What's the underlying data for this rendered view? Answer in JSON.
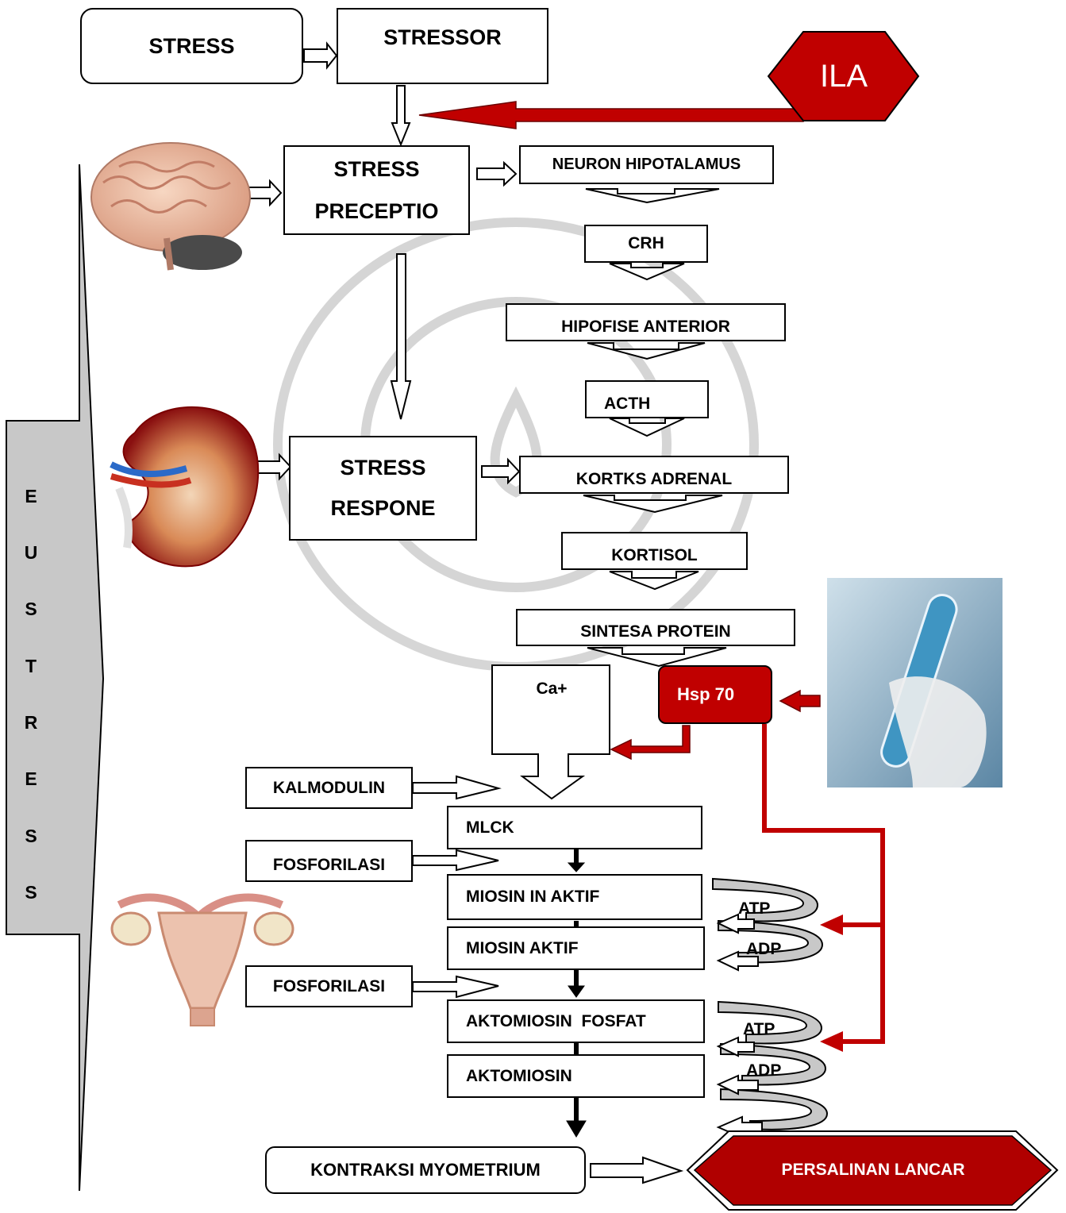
{
  "top": {
    "stress": "STRESS",
    "stressor": "STRESSOR",
    "ila": "ILA"
  },
  "perception": {
    "line1": "STRESS",
    "line2": "PRECEPTIO"
  },
  "response": {
    "line1": "STRESS",
    "line2": "RESPONE"
  },
  "chain": {
    "neuron": "NEURON HIPOTALAMUS",
    "crh": "CRH",
    "hipofise": "HIPOFISE ANTERIOR",
    "acth": "ACTH",
    "kortks": "KORTKS ADRENAL",
    "kortisol": "KORTISOL",
    "sintesa": "SINTESA PROTEIN"
  },
  "ca": "Ca+",
  "hsp": "Hsp 70",
  "left_labels": {
    "kalmodulin": "KALMODULIN",
    "fosforilasi_1": "FOSFORILASI",
    "fosforilasi_2": "FOSFORILASI"
  },
  "steps": {
    "mlck": "MLCK",
    "miosin_inaktif": "MIOSIN IN AKTIF",
    "miosin_aktif": "MIOSIN AKTIF",
    "aktomiosin_fosfat": "AKTOMIOSIN  FOSFAT",
    "aktomiosin": "AKTOMIOSIN"
  },
  "energy": {
    "atp_1": "ATP",
    "adp_1": "ADP",
    "atp_2": "ATP",
    "adp_2": "ADP"
  },
  "kontraksi": "KONTRAKSI MYOMETRIUM",
  "persalinan": "PERSALINAN LANCAR",
  "eustress_letters": [
    "E",
    "U",
    "S",
    "T",
    "R",
    "E",
    "S",
    "S"
  ],
  "colors": {
    "red": "#c00000",
    "dark_red": "#a00000",
    "gray": "#c8c8c8"
  },
  "images": [
    "brain-illustration",
    "kidney-illustration",
    "uterus-illustration",
    "test-tube-photo"
  ]
}
